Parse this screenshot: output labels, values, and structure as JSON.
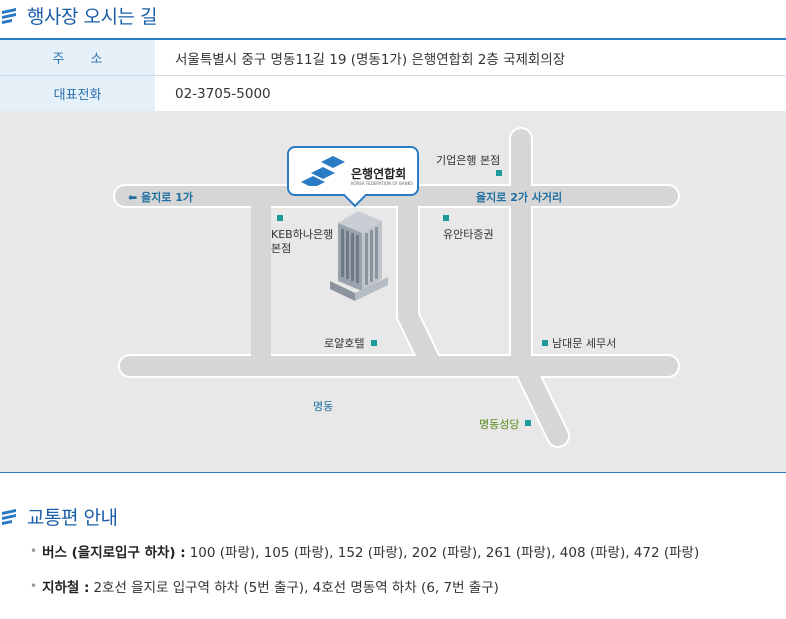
{
  "section1": {
    "title": "행사장 오시는 길"
  },
  "info": {
    "rows": [
      {
        "label": "주　　소",
        "value": "서울특별시 중구 명동11길 19 (명동1가) 은행연합회 2층 국제회의장"
      },
      {
        "label": "대표전화",
        "value": "02-3705-5000"
      }
    ]
  },
  "map": {
    "callout": {
      "name": "은행연합회",
      "subtitle": "KOREA FEDERATION OF BANKS"
    },
    "labels": {
      "euljiro1ga": "⬅ 을지로 1가",
      "euljiro2ga": "을지로 2가 사거리",
      "ibk": "기업은행 본점",
      "keb_line1": "KEB하나은행",
      "keb_line2": "본점",
      "yuanta": "유안타증권",
      "royal": "로얄호텔",
      "namdaemun": "남대문 세무서",
      "myeongdong": "명동",
      "cathedral": "명동성당"
    },
    "colors": {
      "road": "#d6d6d6",
      "marker": "#1e9a9a",
      "accent": "#2a7bc4"
    }
  },
  "section2": {
    "title": "교통편 안내"
  },
  "transit": {
    "bus_label": "버스 (을지로입구 하차) :",
    "bus_value": "100 (파랑), 105 (파랑), 152 (파랑), 202 (파랑), 261 (파랑), 408 (파랑), 472 (파랑)",
    "subway_label": "지하철 :",
    "subway_value": "2호선 을지로 입구역 하차 (5번 출구), 4호선 명동역 하차 (6, 7번 출구)"
  }
}
